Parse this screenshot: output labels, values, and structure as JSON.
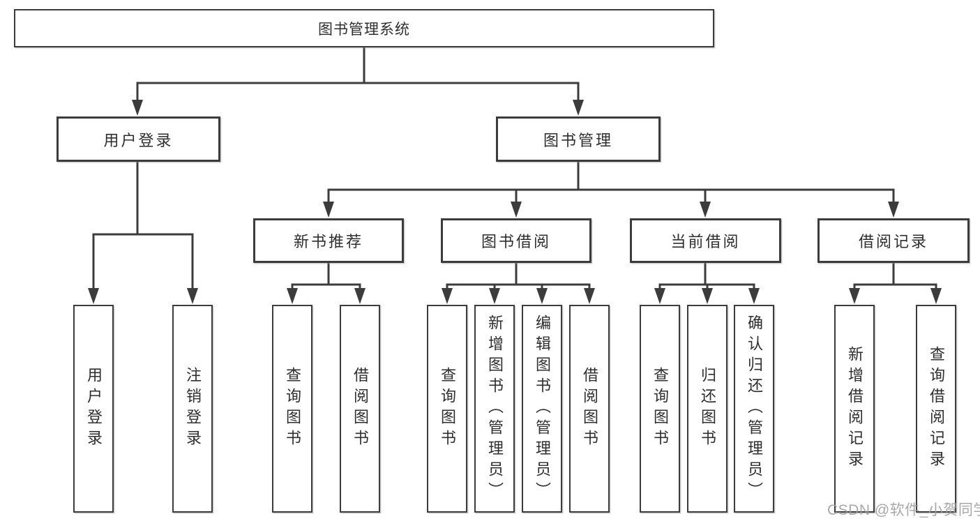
{
  "diagram": {
    "title": "图书管理系统",
    "nodes": {
      "root": {
        "label": "图书管理系统"
      },
      "user_login": {
        "label": "用户登录"
      },
      "book_mgmt": {
        "label": "图书管理"
      },
      "new_book_rec": {
        "label": "新书推荐"
      },
      "book_borrow": {
        "label": "图书借阅"
      },
      "current_borrow": {
        "label": "当前借阅"
      },
      "borrow_records": {
        "label": "借阅记录"
      },
      "leaf_user_login": {
        "label": "用户登录"
      },
      "leaf_logout": {
        "label": "注销登录"
      },
      "leaf_nb_query": {
        "label": "查询图书"
      },
      "leaf_nb_borrow": {
        "label": "借阅图书"
      },
      "leaf_bb_query": {
        "label": "查询图书"
      },
      "leaf_bb_add": {
        "label": "新增图书（管理员）"
      },
      "leaf_bb_edit": {
        "label": "编辑图书（管理员）"
      },
      "leaf_bb_borrow": {
        "label": "借阅图书"
      },
      "leaf_cb_query": {
        "label": "查询图书"
      },
      "leaf_cb_return": {
        "label": "归还图书"
      },
      "leaf_cb_confirm": {
        "label": "确认归还（管理员）"
      },
      "leaf_br_add": {
        "label": "新增借阅记录"
      },
      "leaf_br_query": {
        "label": "查询借阅记录"
      }
    },
    "edges": [
      "root->用户登录",
      "root->图书管理",
      "用户登录->用户登录(叶)",
      "用户登录->注销登录",
      "图书管理->新书推荐",
      "图书管理->图书借阅",
      "图书管理->当前借阅",
      "图书管理->借阅记录",
      "新书推荐->查询图书",
      "新书推荐->借阅图书",
      "图书借阅->查询图书",
      "图书借阅->新增图书（管理员）",
      "图书借阅->编辑图书（管理员）",
      "图书借阅->借阅图书",
      "当前借阅->查询图书",
      "当前借阅->归还图书",
      "当前借阅->确认归还（管理员）",
      "借阅记录->新增借阅记录",
      "借阅记录->查询借阅记录"
    ],
    "colors": {
      "line": "#3c3c3c",
      "box_border": "#3c3c3c",
      "box_fill": "#ffffff",
      "text": "#2e2e2e",
      "background": "#ffffff",
      "watermark": "#9f9f9f"
    }
  },
  "watermark": {
    "text": "CSDN @软件_小贺同学"
  }
}
